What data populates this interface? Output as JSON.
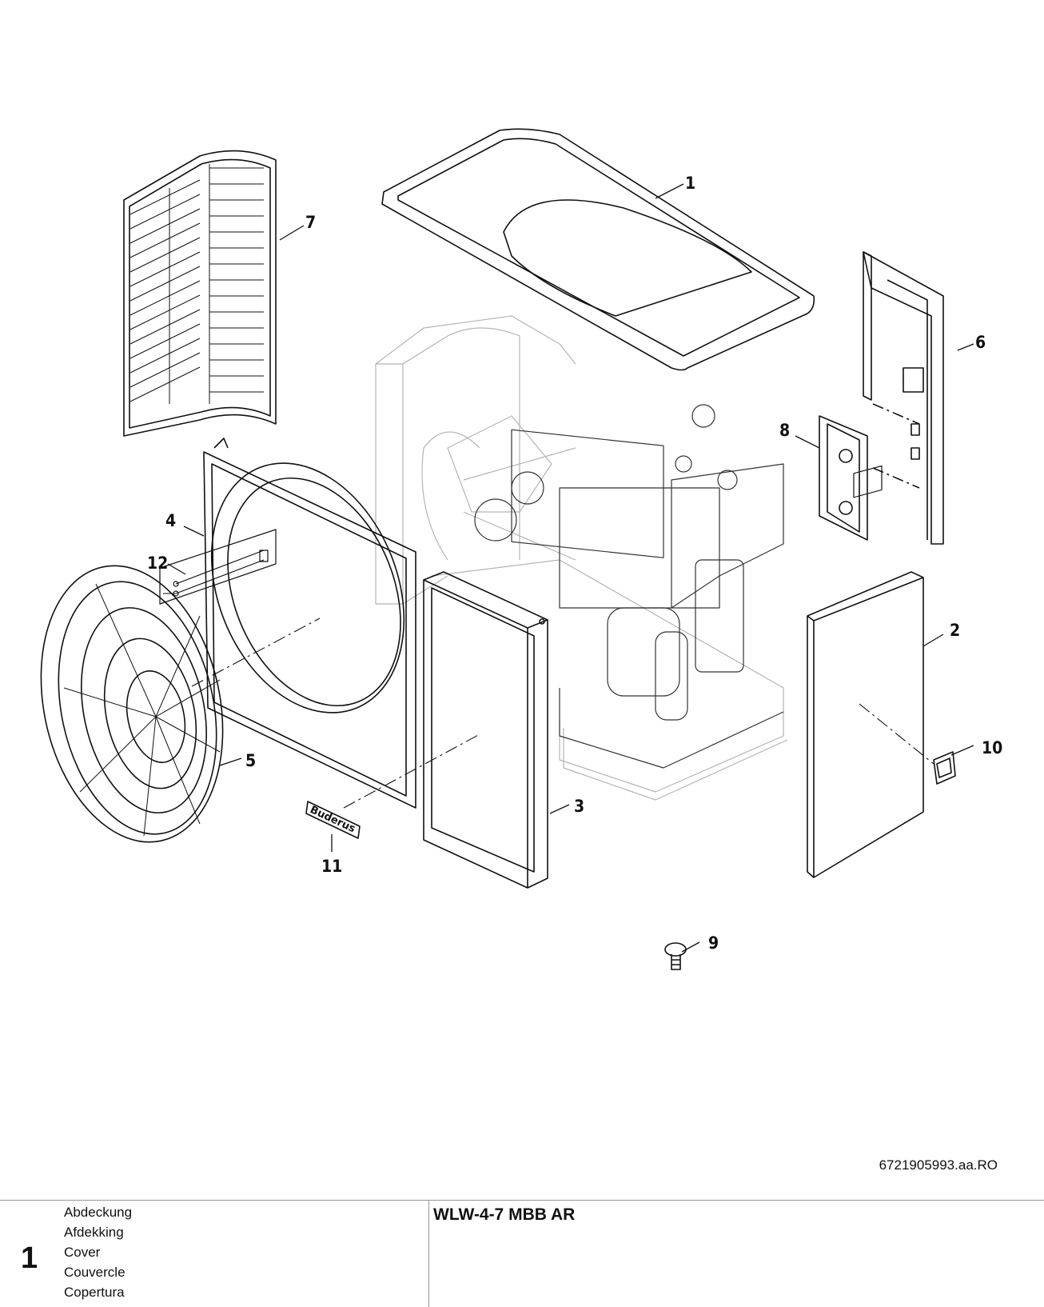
{
  "diagram": {
    "callouts": [
      {
        "id": "c1",
        "label": "1"
      },
      {
        "id": "c2",
        "label": "2"
      },
      {
        "id": "c3",
        "label": "3"
      },
      {
        "id": "c4",
        "label": "4"
      },
      {
        "id": "c5",
        "label": "5"
      },
      {
        "id": "c6",
        "label": "6"
      },
      {
        "id": "c7",
        "label": "7"
      },
      {
        "id": "c8",
        "label": "8"
      },
      {
        "id": "c9",
        "label": "9"
      },
      {
        "id": "c10",
        "label": "10"
      },
      {
        "id": "c11",
        "label": "11"
      },
      {
        "id": "c12",
        "label": "12"
      }
    ],
    "logo_text": "Buderus",
    "reference_code": "6721905993.aa.RO"
  },
  "footer": {
    "page_number": "1",
    "part_names": [
      "Abdeckung",
      "Afdekking",
      "Cover",
      "Couvercle",
      "Copertura"
    ],
    "model": "WLW-4-7 MBB AR"
  }
}
